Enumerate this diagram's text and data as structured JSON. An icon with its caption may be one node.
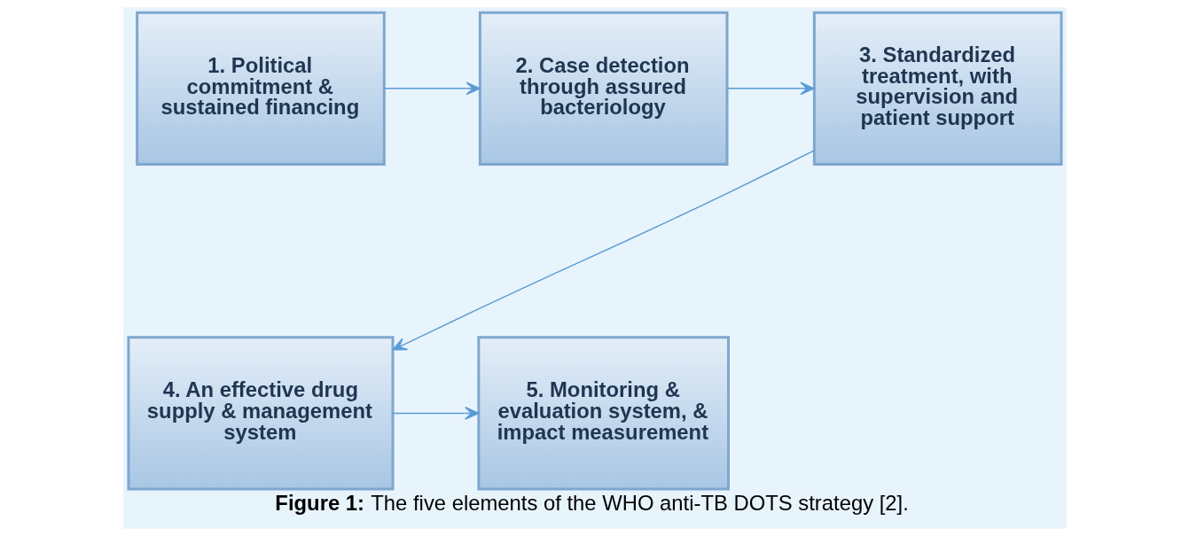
{
  "diagram": {
    "caption": "**Figure 1:** The five elements of the WHO anti-TB DOTS strategy [2].",
    "nodes": [
      {
        "text": [
          "1. Political commitment & sustained financing"
        ]
      },
      {
        "text": [
          "2. Case detection through assured bacteriology"
        ]
      },
      {
        "text": [
          "3. Standardized treatment, with supervision and patient support"
        ]
      },
      {
        "text": [
          "4. An effective drug supply & management system"
        ]
      },
      {
        "text": [
          "5. Monitoring & evaluation system, & impact measurement"
        ]
      }
    ],
    "edges": [
      {
        "from": 0,
        "to": 1,
        "arrow": "to"
      },
      {
        "from": 1,
        "to": 2,
        "arrow": "to"
      },
      {
        "from": 2,
        "to": 3,
        "arrow": "to"
      },
      {
        "from": 3,
        "to": 4,
        "arrow": "to"
      }
    ]
  }
}
